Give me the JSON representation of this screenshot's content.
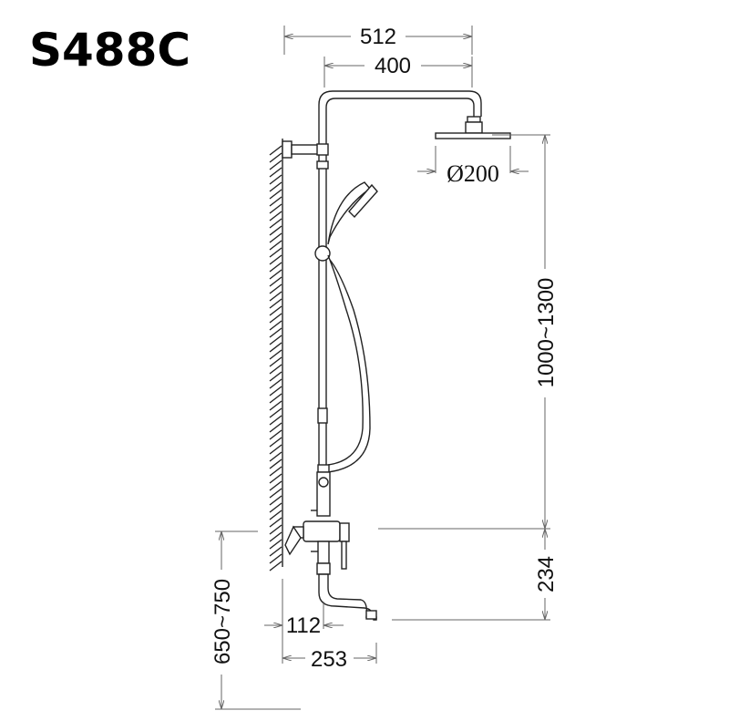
{
  "title": "S488C",
  "dimensions": {
    "overall_width": "512",
    "arm_length": "400",
    "head_diameter": "Ø200",
    "head_height": "1000~1300",
    "spout_to_mixer": "234",
    "mixer_height": "650~750",
    "spout_offset": "112",
    "spout_reach": "253"
  },
  "colors": {
    "line": "#222222",
    "dimension_line": "#666666",
    "text": "#111111"
  }
}
